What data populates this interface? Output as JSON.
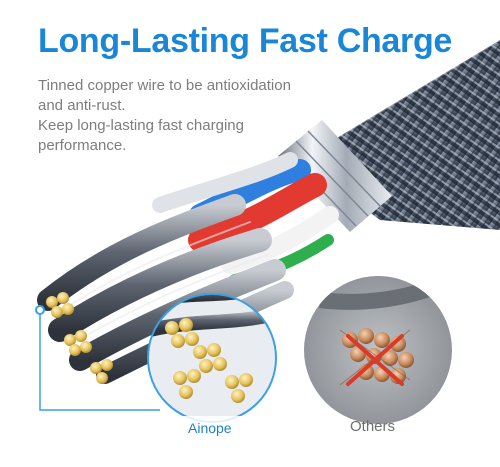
{
  "headline": "Long-Lasting Fast Charge",
  "description": {
    "line1": "Tinned copper wire to be antioxidation",
    "line2": "and anti-rust.",
    "line3": "Keep long-lasting fast charging",
    "line4": "performance."
  },
  "callouts": {
    "brand_label": "Ainope",
    "competitor_label": "Others"
  },
  "colors": {
    "headline": "#1a86d8",
    "body_text": "#7d7d7d",
    "brand_accent": "#3aa0e6",
    "tinned_wire": "#e6c25a",
    "bare_copper": "#c98a5a",
    "cross_mark": "#d93a2b"
  },
  "icons": [
    "cross-mark-icon",
    "callout-marker-icon"
  ]
}
